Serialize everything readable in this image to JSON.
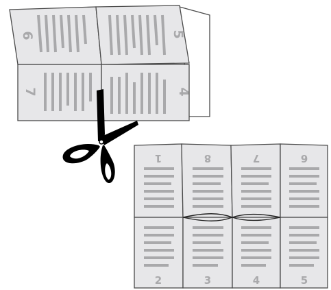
{
  "folded_booklet": {
    "upper_left_page_number": "6",
    "upper_right_page_number": "5",
    "lower_left_page_number": "7",
    "lower_right_page_number": "4"
  },
  "unfolded_sheet": {
    "top_row_numbers": [
      "1",
      "8",
      "7",
      "6"
    ],
    "bottom_row_numbers": [
      "2",
      "3",
      "4",
      "5"
    ]
  },
  "colors": {
    "page_fill": "#e7e7e9",
    "text_line": "#a9a9ab",
    "outline": "#4a4a4a",
    "number": "#a9a9ab",
    "scissors": "#000000"
  },
  "icons": [
    "scissors-icon"
  ]
}
